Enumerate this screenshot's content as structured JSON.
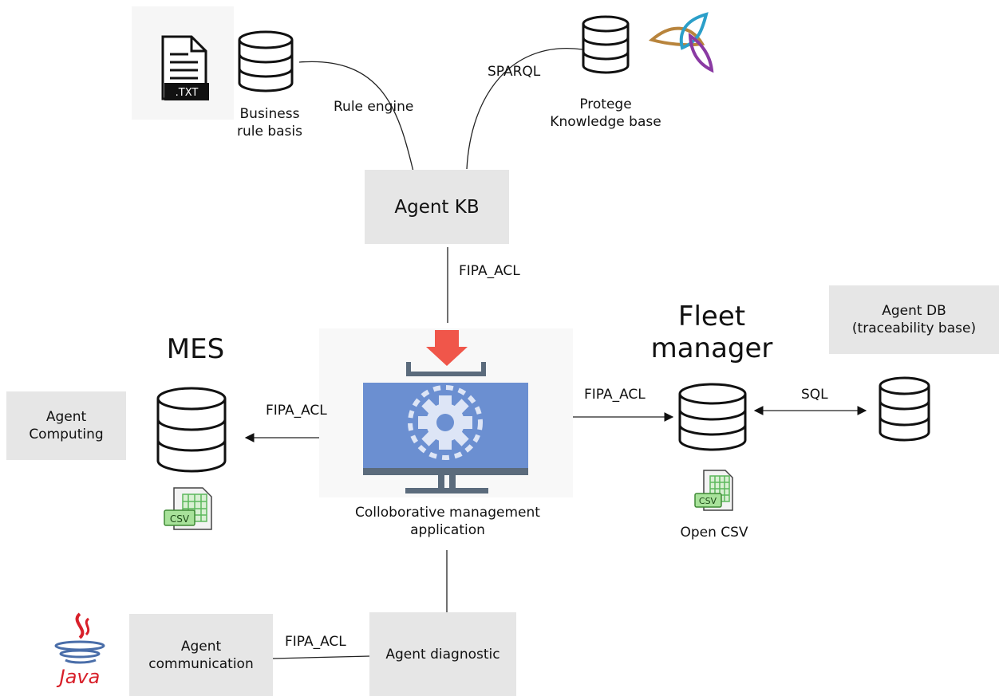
{
  "nodes": {
    "business_rule_basis": "Business\nrule basis",
    "protege_kb": "Protege\nKnowledge base",
    "agent_kb": "Agent KB",
    "mes": "MES",
    "fleet_manager": "Fleet\nmanager",
    "agent_db": "Agent DB\n(traceability base)",
    "agent_computing": "Agent\nComputing",
    "collab_app": "Colloborative management\napplication",
    "open_csv": "Open CSV",
    "agent_communication": "Agent\ncommunication",
    "agent_diagnostic": "Agent diagnostic"
  },
  "edges": {
    "rule_engine": "Rule engine",
    "sparql": "SPARQL",
    "kb_to_app": "FIPA_ACL",
    "mes_to_app": "FIPA_ACL",
    "app_to_fleet": "FIPA_ACL",
    "fleet_to_db": "SQL",
    "comm_to_diag": "FIPA_ACL"
  },
  "icons": {
    "txt_file": ".TXT",
    "csv_badge": "CSV",
    "java_logo": "Java"
  },
  "colors": {
    "box_fill": "#e6e6e6",
    "monitor_blue": "#6b8fd1",
    "monitor_dark": "#5b6b7c",
    "download_arrow": "#f0564a",
    "csv_green": "#5cb85c",
    "java_red": "#d8202a",
    "java_blue": "#4a6ea9"
  }
}
